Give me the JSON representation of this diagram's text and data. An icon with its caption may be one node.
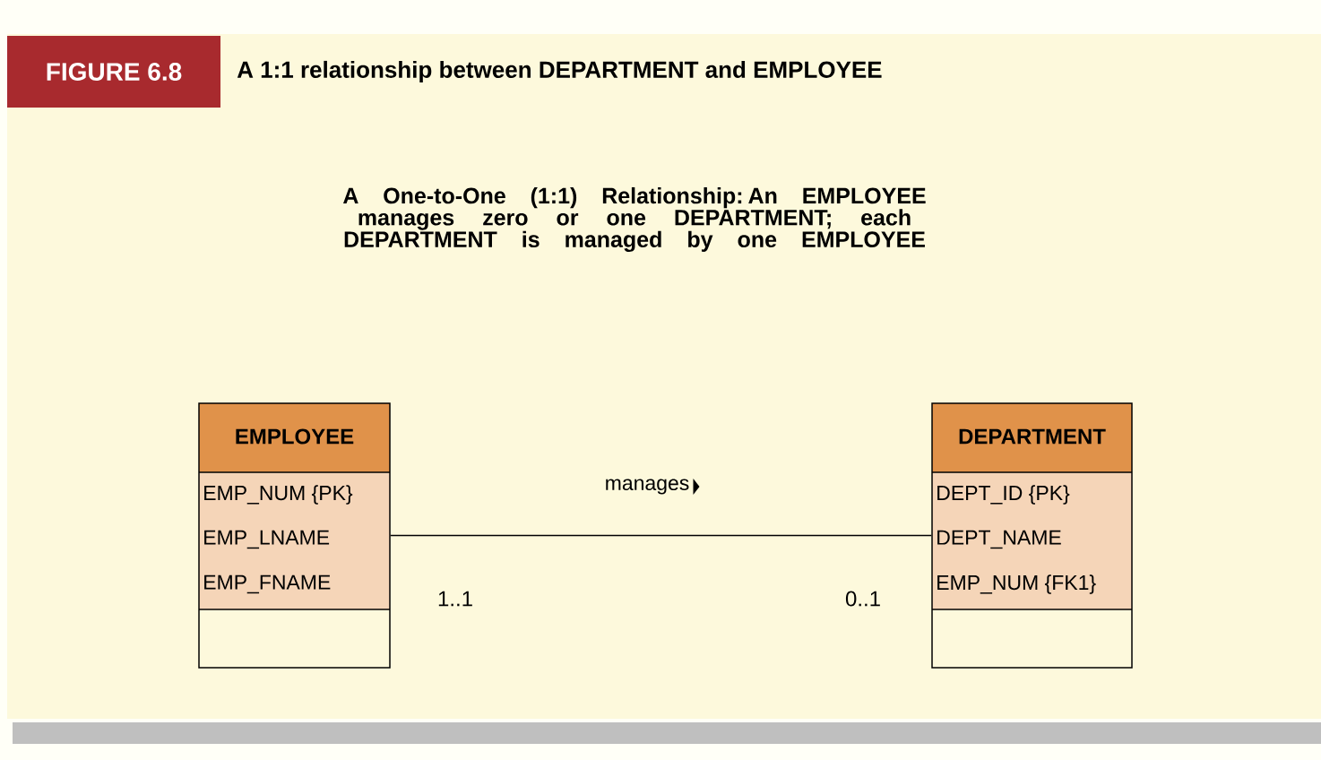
{
  "diagram": {
    "title": "A 1:1 relationship between DEPARTMENT and EMPLOYEE",
    "nodes": [
      {
        "text": [
          "FIGURE 6.8"
        ]
      },
      {
        "text": [
          "EMPLOYEE",
          "EMP_NUM {PK}",
          "EMP_LNAME",
          "EMP_FNAME"
        ]
      },
      {
        "text": [
          "DEPARTMENT",
          "DEPT_ID {PK}",
          "DEPT_NAME",
          "EMP_NUM {FK1}"
        ]
      }
    ],
    "edges": [
      {
        "from": 1,
        "to": 2,
        "arrow": "none",
        "label": "manages"
      }
    ],
    "labels": [
      "A One-to-One (1:1) Relationship: An EMPLOYEE manages zero or one DEPARTMENT; each DEPARTMENT is managed by one EMPLOYEE",
      "1..1",
      "0..1"
    ]
  }
}
